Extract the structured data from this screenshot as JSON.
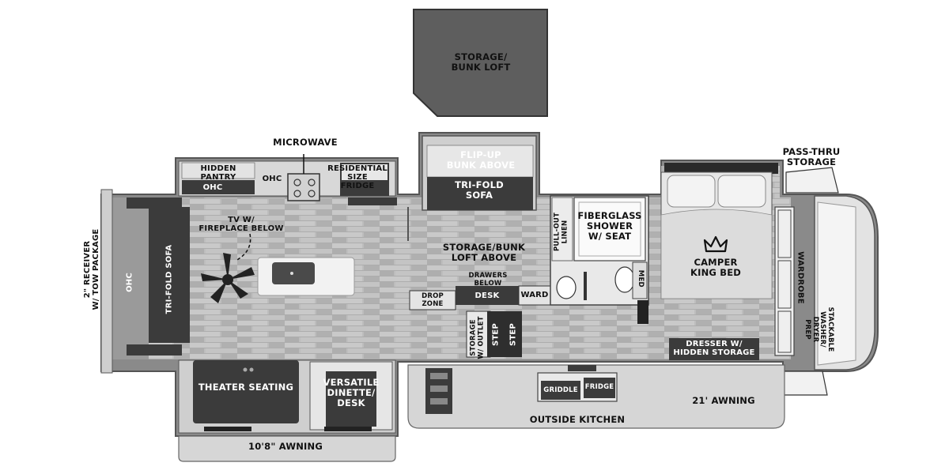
{
  "labels": {
    "storage_bunk_loft": "STORAGE/\nBUNK LOFT",
    "microwave": "MICROWAVE",
    "hidden_pantry": "HIDDEN\nPANTRY",
    "ohc_kitchen": "OHC",
    "ohc_microwave": "OHC",
    "residential_fridge": "RESIDENTIAL\nSIZE\nFRIDGE",
    "flip_up_bunk": "FLIP-UP\nBUNK ABOVE",
    "tri_fold_sofa_slide": "TRI-FOLD\nSOFA",
    "pass_thru_storage": "PASS-THRU\nSTORAGE",
    "tv_fireplace": "TV W/\nFIREPLACE BELOW",
    "receiver": "2\" RECEIVER\nW/ TOW PACKAGE",
    "ohc_rear": "OHC",
    "tri_fold_sofa_rear": "TRI-FOLD SOFA",
    "storage_bunk_loft_above": "STORAGE/BUNK\nLOFT ABOVE",
    "drawers_below": "DRAWERS\nBELOW",
    "desk": "DESK",
    "ward": "WARD",
    "drop_zone": "DROP\nZONE",
    "pull_out_linen": "PULL-OUT\nLINEN",
    "fiberglass_shower": "FIBERGLASS\nSHOWER\nW/ SEAT",
    "med": "MED",
    "camper_king_bed": "CAMPER\nKING BED",
    "wardrobe": "WARDROBE",
    "stackable_washer": "STACKABLE\nWASHER/\nDRYER\nPREP",
    "storage_outlet": "STORAGE\nW/ OUTLET",
    "step1": "STEP",
    "step2": "STEP",
    "dresser": "DRESSER W/\nHIDDEN STORAGE",
    "theater_seating": "THEATER SEATING",
    "versatile_dinette": "VERSATILE\nDINETTE/\nDESK",
    "griddle": "GRIDDLE",
    "fridge_outside": "FRIDGE",
    "outside_kitchen": "OUTSIDE KITCHEN",
    "awning_21": "21' AWNING",
    "awning_10": "10'8\" AWNING"
  },
  "icons": {
    "crown": "crown-logo-icon",
    "fan": "ceiling-fan-icon"
  },
  "colors": {
    "floor": "#b9b9b9",
    "wall": "#8a8a8a",
    "dark_furniture": "#3b3b3b",
    "loft": "#5e5e5e",
    "bed": "#e6e6e6"
  }
}
